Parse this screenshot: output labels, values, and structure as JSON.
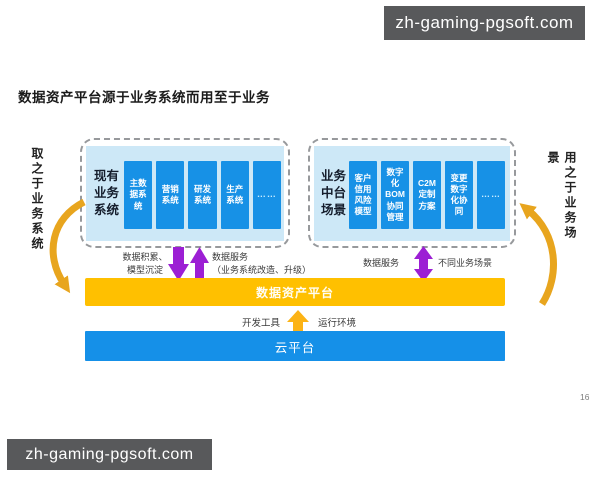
{
  "watermarks": {
    "top": "zh-gaming-pgsoft.com",
    "bottom": "zh-gaming-pgsoft.com"
  },
  "title": "数据资产平台源于业务系统而用至于业务",
  "page_number": "16",
  "side_labels": {
    "left": "取之于业务系统",
    "right": "用之于业务场景"
  },
  "left_box": {
    "label": "现有\n业务\n系统",
    "bars": [
      "主数\n据系\n统",
      "营销\n系统",
      "研发\n系统",
      "生产\n系统",
      "……"
    ]
  },
  "right_box": {
    "label": "业务\n中台\n场景",
    "bars": [
      "客户\n信用\n风险\n模型",
      "数字\n化\nBOM\n协同\n管理",
      "C2M\n定制\n方案",
      "变更\n数字\n化协\n同",
      "……"
    ]
  },
  "flows": {
    "left": {
      "down_label": "数据积累、\n模型沉淀",
      "up_label": "数据服务\n（业务系统改造、升级）"
    },
    "right": {
      "service_label": "数据服务",
      "scene_label": "不同业务场景"
    }
  },
  "platform": {
    "label": "数据资产平台",
    "dev_tools_label": "开发工具",
    "runtime_label": "运行环境"
  },
  "cloud": {
    "label": "云平台"
  },
  "colors": {
    "bar_blue": "#1791e6",
    "cloud_blue": "#1590e8",
    "panel_light_blue": "#cde8f7",
    "gold": "#ffc000",
    "gold_arrow": "#e8a51e",
    "purple": "#9c1fd4",
    "banner_gray": "#58595b"
  }
}
